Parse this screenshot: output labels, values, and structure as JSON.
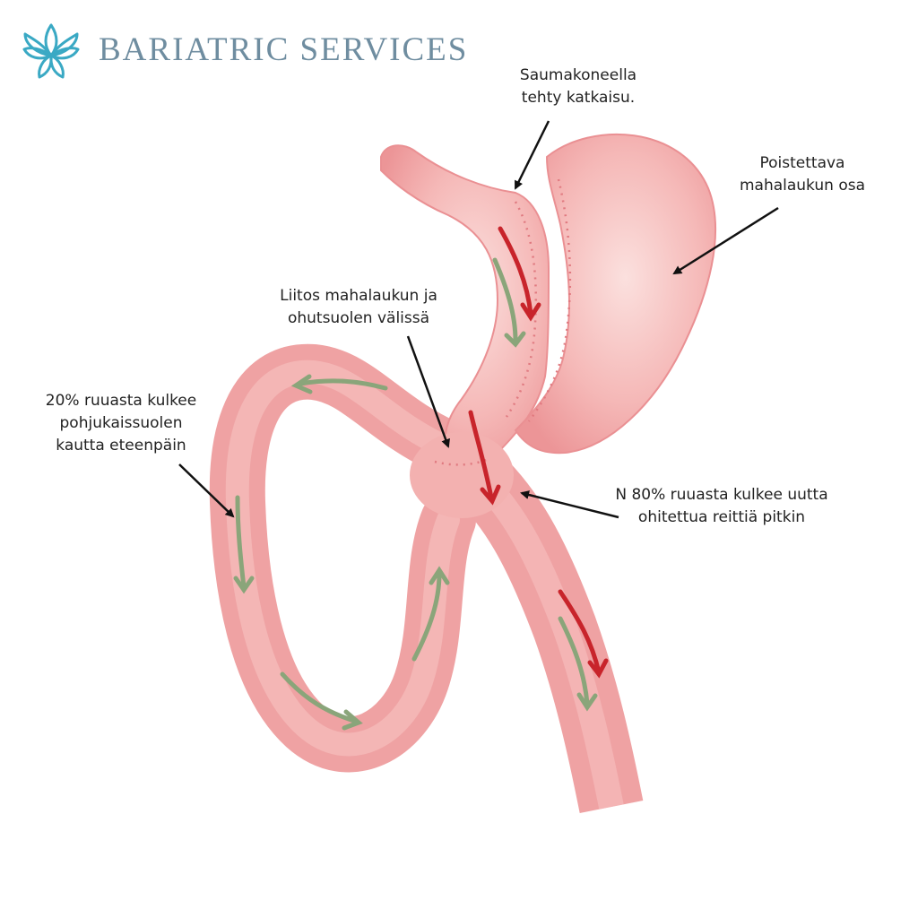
{
  "brand": {
    "name": "BARIATRIC SERVICES",
    "logo_icon": "lotus-flower-icon",
    "color": "#6f8da0",
    "logo_color": "#3aa9c4"
  },
  "labels": {
    "staple_line": "Saumakoneella\ntehty katkaisu.",
    "removed_stomach": "Poistettava\nmahalaukun osa",
    "anastomosis": "Liitos mahalaukun ja\nohutsuolen välissä",
    "duodenum_path": "20% ruuasta kulkee\npohjukaissuolen\nkautta eteenpäin",
    "bypass_path": "N 80% ruuasta kulkee uutta\nohitettua reittiä pitkin"
  },
  "colors": {
    "tissue": "#f2a5a5",
    "tissue_dark": "#e98c8f",
    "tissue_light": "#f9cfcf",
    "green_arrow": "#8aa57a",
    "red_arrow": "#c8242b",
    "pointer": "#111111"
  }
}
